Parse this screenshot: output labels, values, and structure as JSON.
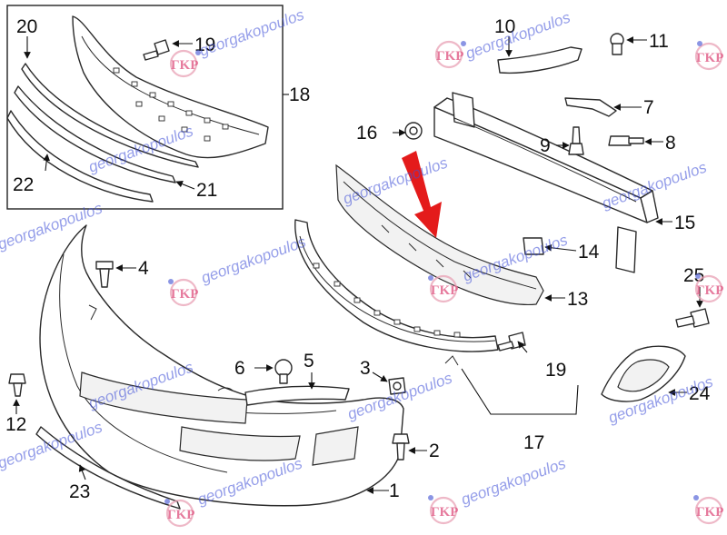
{
  "callouts": [
    "1",
    "2",
    "3",
    "4",
    "5",
    "6",
    "7",
    "8",
    "9",
    "10",
    "11",
    "12",
    "13",
    "14",
    "15",
    "16",
    "17",
    "18",
    "19",
    "19",
    "20",
    "21",
    "22",
    "23",
    "24",
    "25"
  ],
  "watermark": {
    "text": "georgakopoulos",
    "logo": "ΓΚΡ"
  },
  "colors": {
    "highlight_arrow": "#e41b1b",
    "lines": "#2a2a2a",
    "watermark": "#3f4fd8"
  }
}
